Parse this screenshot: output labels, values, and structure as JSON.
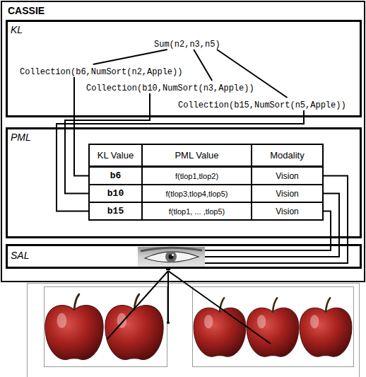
{
  "diagram": {
    "nodes": [
      {
        "text": [
          "CASSIE"
        ]
      },
      {
        "text": [
          "KL"
        ],
        "in": 0
      },
      {
        "text": [
          "Sum(n2,n3,n5)"
        ],
        "in": 1
      },
      {
        "text": [
          "Collection(b6,NumSort(n2,Apple))"
        ],
        "in": 1
      },
      {
        "text": [
          "Collection(b10,NumSort(n3,Apple))"
        ],
        "in": 1
      },
      {
        "text": [
          "Collection(b15,NumSort(n5,Apple))"
        ],
        "in": 1
      },
      {
        "text": [
          "PML"
        ],
        "in": 0
      },
      {
        "text": [
          "KL Value"
        ],
        "in": 6
      },
      {
        "text": [
          "PML Value"
        ],
        "in": 6
      },
      {
        "text": [
          "Modality"
        ],
        "in": 6
      },
      {
        "text": [
          "b6"
        ],
        "in": 6
      },
      {
        "text": [
          "f(tlop1,tlop2)"
        ],
        "in": 6
      },
      {
        "text": [
          "Vision"
        ],
        "in": 6
      },
      {
        "text": [
          "b10"
        ],
        "in": 6
      },
      {
        "text": [
          "f(tlop3,tlop4,tlop5)"
        ],
        "in": 6
      },
      {
        "text": [
          "Vision"
        ],
        "in": 6
      },
      {
        "text": [
          "b15"
        ],
        "in": 6
      },
      {
        "text": [
          "f(tlop1, ... ,tlop5)"
        ],
        "in": 6
      },
      {
        "text": [
          "Vision"
        ],
        "in": 6
      },
      {
        "text": [
          "SAL"
        ],
        "in": 0
      }
    ],
    "edges": [
      {
        "from": 2,
        "to": 3,
        "arrow": "none"
      },
      {
        "from": 2,
        "to": 4,
        "arrow": "none"
      },
      {
        "from": 2,
        "to": 5,
        "arrow": "none"
      },
      {
        "from": 3,
        "to": 10,
        "arrow": "none"
      },
      {
        "from": 4,
        "to": 13,
        "arrow": "none"
      },
      {
        "from": 5,
        "to": 16,
        "arrow": "none"
      },
      {
        "from": 12,
        "to": 19,
        "arrow": "none"
      },
      {
        "from": 15,
        "to": 19,
        "arrow": "none"
      },
      {
        "from": 18,
        "to": 19,
        "arrow": "none"
      }
    ]
  }
}
